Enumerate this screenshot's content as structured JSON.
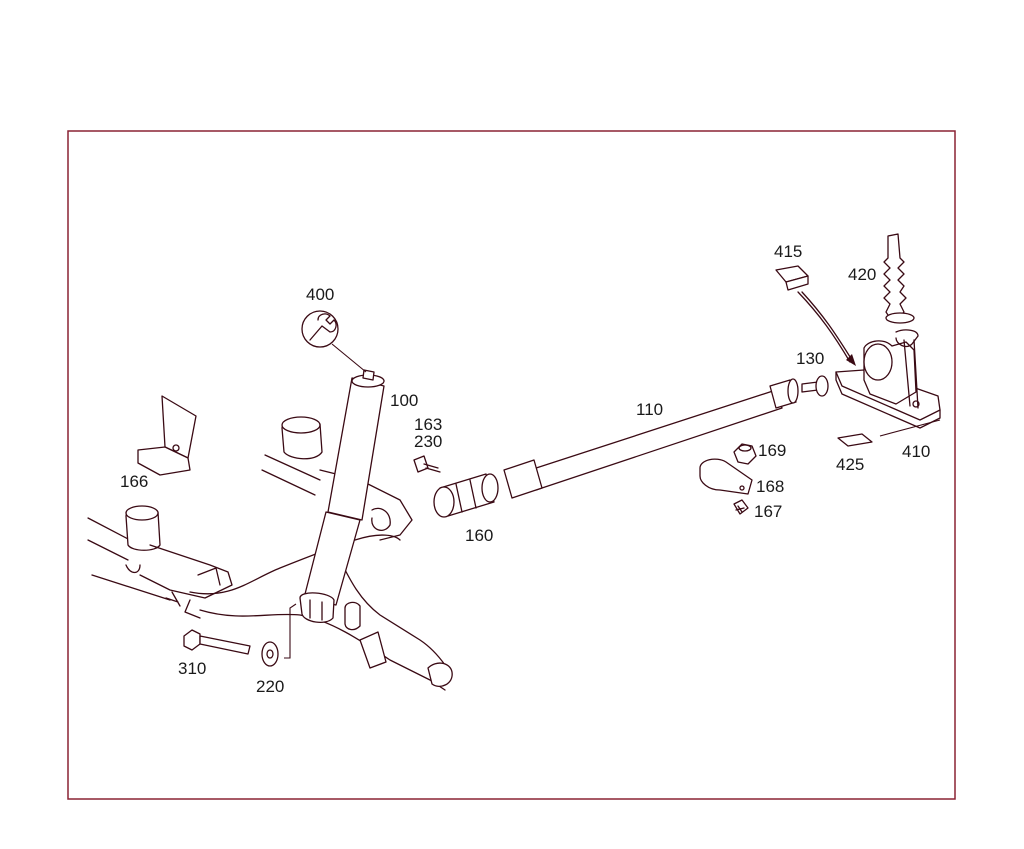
{
  "diagram": {
    "colors": {
      "frame": "#8a2233",
      "ink": "#3a0a14",
      "label": "#1a1a1a"
    },
    "tool_icon": "wrench-icon",
    "callouts": {
      "p400": "400",
      "p100": "100",
      "p163": "163",
      "p230": "230",
      "p166": "166",
      "p160": "160",
      "p110": "110",
      "p415": "415",
      "p420": "420",
      "p130": "130",
      "p169": "169",
      "p168": "168",
      "p167": "167",
      "p425": "425",
      "p410": "410",
      "p310": "310",
      "p220": "220"
    }
  }
}
